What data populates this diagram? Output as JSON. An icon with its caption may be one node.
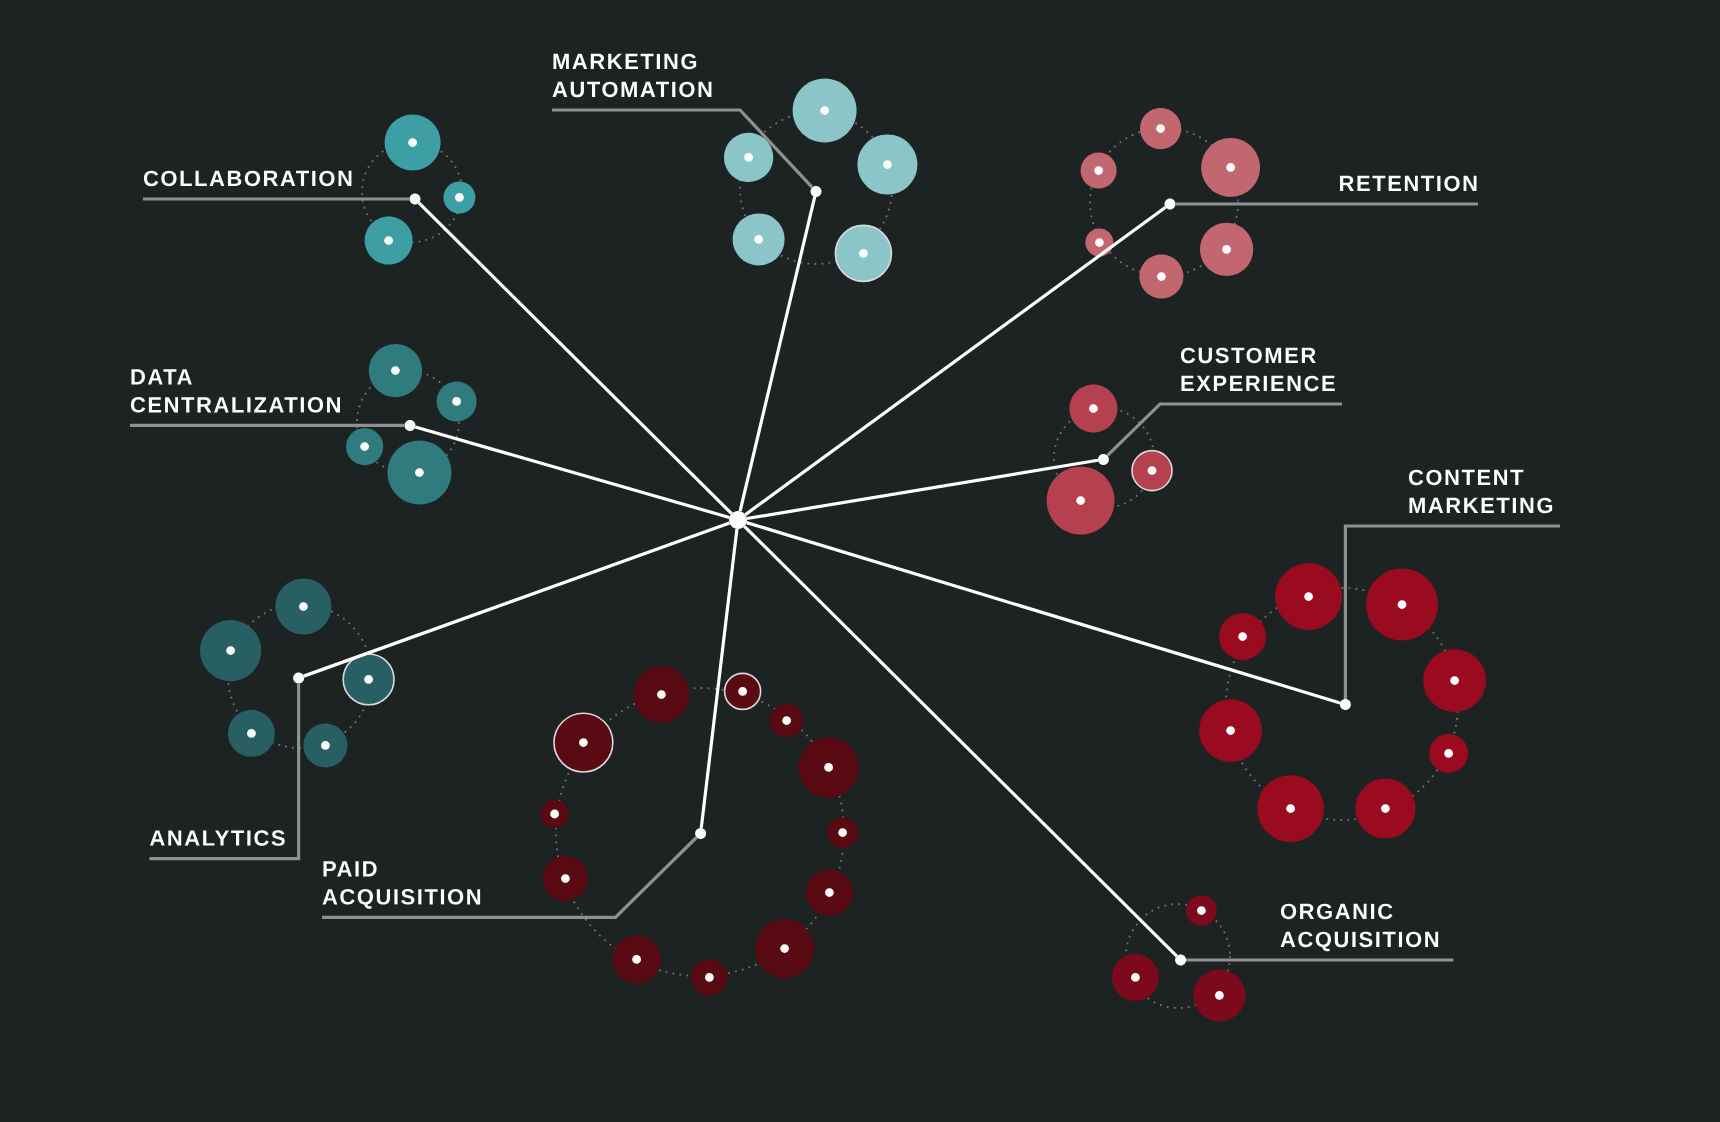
{
  "diagram": {
    "nodes": [
      {
        "text": [
          "MARKETING AUTOMATION"
        ]
      },
      {
        "text": [
          "COLLABORATION"
        ]
      },
      {
        "text": [
          "RETENTION"
        ]
      },
      {
        "text": [
          "CUSTOMER EXPERIENCE"
        ]
      },
      {
        "text": [
          "DATA CENTRALIZATION"
        ]
      },
      {
        "text": [
          "CONTENT MARKETING"
        ]
      },
      {
        "text": [
          "ANALYTICS"
        ]
      },
      {
        "text": [
          "PAID ACQUISITION"
        ]
      },
      {
        "text": [
          "ORGANIC ACQUISITION"
        ]
      },
      {
        "text": [],
        "shape": "circle"
      },
      {
        "text": [],
        "shape": "circle"
      },
      {
        "text": [],
        "shape": "circle"
      },
      {
        "text": [],
        "shape": "circle"
      },
      {
        "text": [],
        "shape": "circle"
      },
      {
        "text": [],
        "shape": "circle"
      },
      {
        "text": [],
        "shape": "circle"
      },
      {
        "text": [],
        "shape": "circle"
      },
      {
        "text": [],
        "shape": "circle"
      },
      {
        "text": [],
        "shape": "circle"
      }
    ],
    "edges": [
      {
        "from": 9,
        "to": 10,
        "arrow": "none"
      },
      {
        "from": 9,
        "to": 11,
        "arrow": "none"
      },
      {
        "from": 9,
        "to": 12,
        "arrow": "none"
      },
      {
        "from": 9,
        "to": 13,
        "arrow": "none"
      },
      {
        "from": 9,
        "to": 14,
        "arrow": "none"
      },
      {
        "from": 9,
        "to": 15,
        "arrow": "none"
      },
      {
        "from": 9,
        "to": 16,
        "arrow": "none"
      },
      {
        "from": 9,
        "to": 17,
        "arrow": "none"
      },
      {
        "from": 9,
        "to": 18,
        "arrow": "none"
      },
      {
        "from": 10,
        "to": 0,
        "arrow": "none",
        "color": "#8c9191"
      },
      {
        "from": 11,
        "to": 1,
        "arrow": "none",
        "color": "#8c9191"
      },
      {
        "from": 12,
        "to": 2,
        "arrow": "none",
        "color": "#8c9191"
      },
      {
        "from": 13,
        "to": 4,
        "arrow": "none",
        "color": "#8c9191"
      },
      {
        "from": 14,
        "to": 3,
        "arrow": "none",
        "color": "#8c9191"
      },
      {
        "from": 15,
        "to": 6,
        "arrow": "none",
        "color": "#8c9191"
      },
      {
        "from": 16,
        "to": 5,
        "arrow": "none",
        "color": "#8c9191"
      },
      {
        "from": 17,
        "to": 7,
        "arrow": "none",
        "color": "#8c9191"
      },
      {
        "from": 18,
        "to": 8,
        "arrow": "none",
        "color": "#8c9191"
      }
    ]
  }
}
